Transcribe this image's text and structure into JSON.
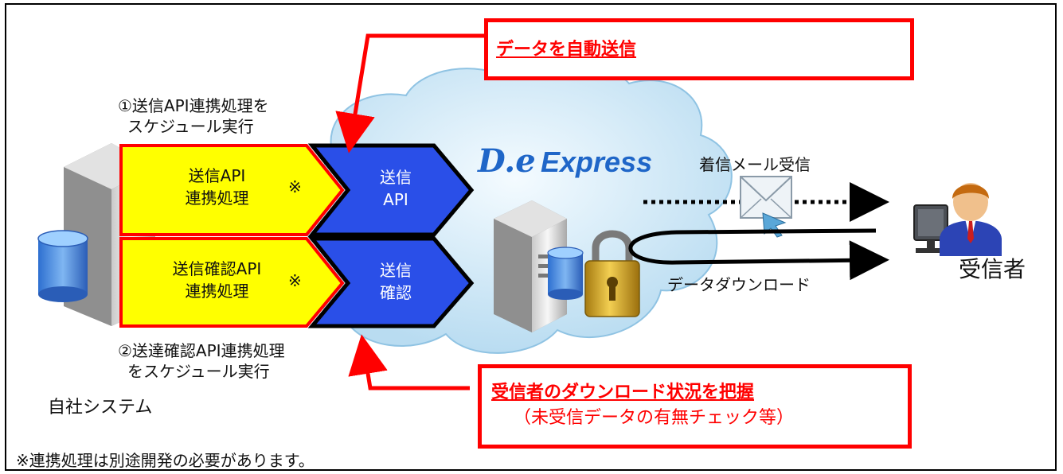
{
  "callouts": {
    "auto_send": "データを自動送信",
    "download_status": "受信者のダウンロード状況を把握",
    "download_status_sub": "（未受信データの有無チェック等）"
  },
  "steps": {
    "step1_line1": "①送信API連携処理を",
    "step1_line2": "スケジュール実行",
    "step2_line1": "②送達確認API連携処理",
    "step2_line2": "をスケジュール実行"
  },
  "process_boxes": {
    "send_line1": "送信API",
    "send_line2": "連携処理",
    "confirm_line1": "送信確認API",
    "confirm_line2": "連携処理",
    "note_mark": "※"
  },
  "api_boxes": {
    "send_line1": "送信",
    "send_line2": "API",
    "confirm_line1": "送信",
    "confirm_line2": "確認"
  },
  "logo": {
    "mark": "D.e",
    "word": "Express"
  },
  "labels": {
    "own_system": "自社システム",
    "incoming_mail": "着信メール受信",
    "data_download": "データダウンロード",
    "recipient": "受信者"
  },
  "footnote": "※連携処理は別途開発の必要があります。",
  "colors": {
    "callout_red": "#ff0000",
    "process_yellow": "#ffff00",
    "api_blue": "#2a4fe8",
    "cloud_light": "#d8ecf8",
    "logo_blue": "#1f66c8"
  },
  "icons": [
    "server-icon",
    "database-icon",
    "padlock-icon",
    "envelope-icon",
    "recipient-person-icon"
  ]
}
